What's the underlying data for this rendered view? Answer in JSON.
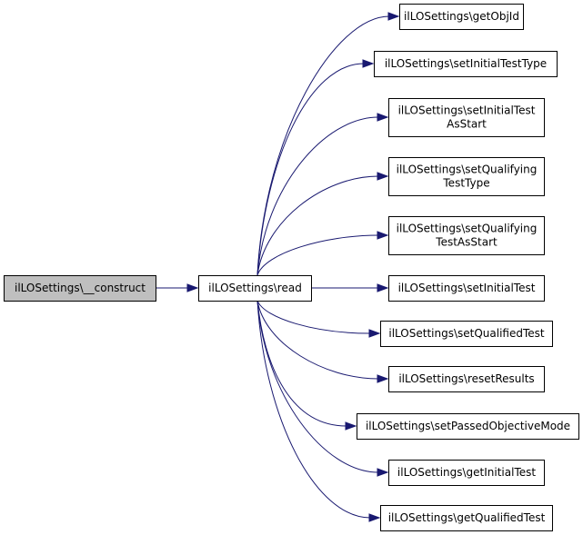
{
  "diagram": {
    "nodes": [
      {
        "id": "construct",
        "lines": [
          "ilLOSettings\\__construct"
        ],
        "role": "caller"
      },
      {
        "id": "read",
        "lines": [
          "ilLOSettings\\read"
        ]
      },
      {
        "id": "getObjId",
        "lines": [
          "ilLOSettings\\getObjId"
        ]
      },
      {
        "id": "setInitialTestType",
        "lines": [
          "ilLOSettings\\setInitialTestType"
        ]
      },
      {
        "id": "setInitialTestAsStart",
        "lines": [
          "ilLOSettings\\setInitialTest",
          "AsStart"
        ]
      },
      {
        "id": "setQualifyingTestType",
        "lines": [
          "ilLOSettings\\setQualifying",
          "TestType"
        ]
      },
      {
        "id": "setQualifyingTestAsStart",
        "lines": [
          "ilLOSettings\\setQualifying",
          "TestAsStart"
        ]
      },
      {
        "id": "setInitialTest",
        "lines": [
          "ilLOSettings\\setInitialTest"
        ]
      },
      {
        "id": "setQualifiedTest",
        "lines": [
          "ilLOSettings\\setQualifiedTest"
        ]
      },
      {
        "id": "resetResults",
        "lines": [
          "ilLOSettings\\resetResults"
        ]
      },
      {
        "id": "setPassedObjectiveMode",
        "lines": [
          "ilLOSettings\\setPassedObjectiveMode"
        ]
      },
      {
        "id": "getInitialTest",
        "lines": [
          "ilLOSettings\\getInitialTest"
        ]
      },
      {
        "id": "getQualifiedTest",
        "lines": [
          "ilLOSettings\\getQualifiedTest"
        ]
      }
    ],
    "edges": [
      {
        "from": "construct",
        "to": "read"
      },
      {
        "from": "read",
        "to": "getObjId"
      },
      {
        "from": "read",
        "to": "setInitialTestType"
      },
      {
        "from": "read",
        "to": "setInitialTestAsStart"
      },
      {
        "from": "read",
        "to": "setQualifyingTestType"
      },
      {
        "from": "read",
        "to": "setQualifyingTestAsStart"
      },
      {
        "from": "read",
        "to": "setInitialTest"
      },
      {
        "from": "read",
        "to": "setQualifiedTest"
      },
      {
        "from": "read",
        "to": "resetResults"
      },
      {
        "from": "read",
        "to": "setPassedObjectiveMode"
      },
      {
        "from": "read",
        "to": "getInitialTest"
      },
      {
        "from": "read",
        "to": "getQualifiedTest"
      }
    ],
    "colors": {
      "edge": "#191970",
      "root_fill": "#bfbfbf",
      "node_fill": "#ffffff",
      "node_border": "#000000"
    }
  }
}
